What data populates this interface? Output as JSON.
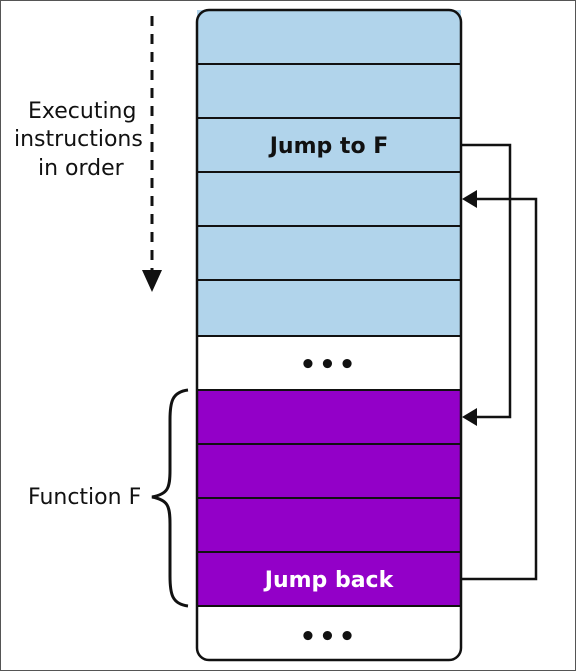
{
  "labels": {
    "executing_line1": "Executing",
    "executing_line2": "instructions",
    "executing_line3": "in order",
    "function": "Function F",
    "jump_to": "Jump to F",
    "jump_back": "Jump back",
    "ellipsis_top": "•••",
    "ellipsis_bottom": "•••"
  },
  "colors": {
    "main_cells": "#b1d4eb",
    "function_cells": "#9300c8",
    "blank_cells": "#ffffff",
    "outline": "#111111",
    "jump_to_text": "#111111",
    "jump_back_text": "#ffffff"
  }
}
